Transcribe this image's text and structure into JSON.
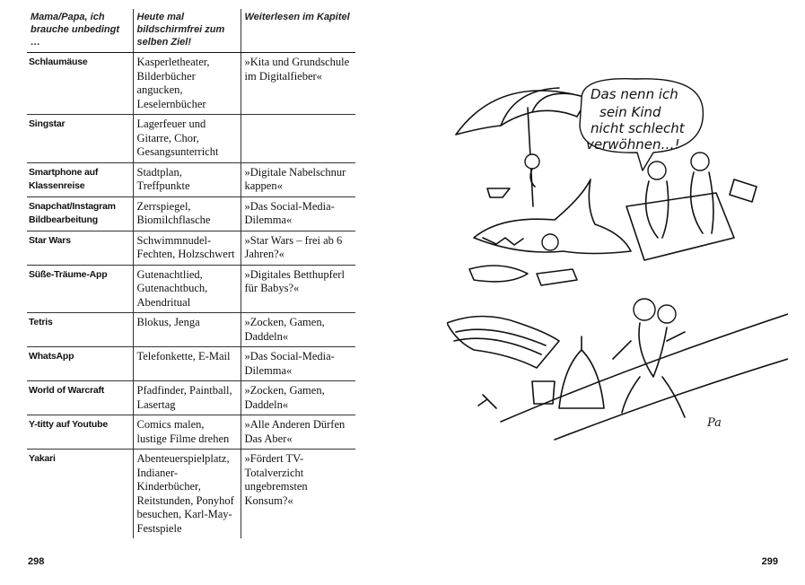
{
  "table": {
    "headers": [
      "Mama/Papa, ich brauche unbedingt …",
      "Heute mal bildschirmfrei zum selben Ziel!",
      "Weiterlesen im Kapitel"
    ],
    "rows": [
      {
        "need": "Schlaumäuse",
        "alt": "Kasperletheater, Bilderbücher angucken, Leselernbücher",
        "chapter": "»Kita und Grundschule im Digitalfieber«"
      },
      {
        "need": "Singstar",
        "alt": "Lagerfeuer und Gitarre, Chor, Gesangsunterricht",
        "chapter": ""
      },
      {
        "need": "Smartphone auf Klassenreise",
        "alt": "Stadtplan, Treffpunkte",
        "chapter": "»Digitale Nabelschnur kappen«"
      },
      {
        "need": "Snapchat/Instagram Bildbearbeitung",
        "alt": "Zerrspiegel, Biomilchflasche",
        "chapter": "»Das Social-Media-Dilemma«"
      },
      {
        "need": "Star Wars",
        "alt": "Schwimmnudel-Fechten, Holzschwert",
        "chapter": "»Star Wars – frei ab 6 Jahren?«"
      },
      {
        "need": "Süße-Träume-App",
        "alt": "Gutenachtlied, Gutenachtbuch, Abendritual",
        "chapter": "»Digitales Betthupferl für Babys?«"
      },
      {
        "need": "Tetris",
        "alt": "Blokus, Jenga",
        "chapter": "»Zocken, Gamen, Daddeln«"
      },
      {
        "need": "WhatsApp",
        "alt": "Telefonkette, E-Mail",
        "chapter": "»Das Social-Media-Dilemma«"
      },
      {
        "need": "World of Warcraft",
        "alt": "Pfadfinder, Paintball, Lasertag",
        "chapter": "»Zocken, Gamen, Daddeln«"
      },
      {
        "need": "Y-titty auf Youtube",
        "alt": "Comics malen, lustige Filme drehen",
        "chapter": "»Alle Anderen Dürfen Das Aber«"
      },
      {
        "need": "Yakari",
        "alt": "Abenteuerspielplatz, Indianer-Kinderbücher, Reitstunden, Ponyhof besuchen, Karl-May-Festspiele",
        "chapter": "»Fördert TV-Totalverzicht ungebremsten Konsum?«"
      }
    ]
  },
  "cartoon": {
    "speech": [
      "Das nenn ich",
      "sein Kind",
      "nicht schlecht",
      "verwöhnen…!"
    ],
    "signature": "Pa"
  },
  "page_numbers": {
    "left": "298",
    "right": "299"
  }
}
